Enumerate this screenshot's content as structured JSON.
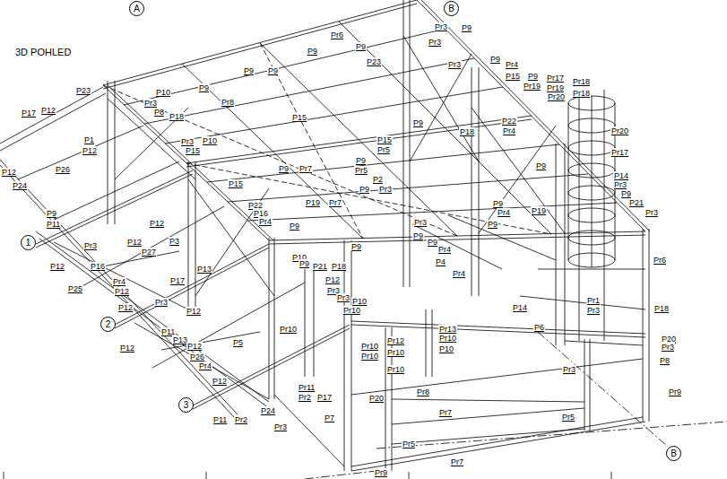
{
  "diagram": {
    "title": "3D POHLED",
    "nodes": [
      {
        "text": [
          "A"
        ]
      },
      {
        "text": [
          "B"
        ]
      },
      {
        "text": [
          "1"
        ]
      },
      {
        "text": [
          "2"
        ]
      },
      {
        "text": [
          "3"
        ]
      },
      {
        "text": [
          "B"
        ]
      }
    ],
    "labels": [
      "Pr6",
      "P9",
      "P9",
      "Pr3",
      "Pr3",
      "P9",
      "P23",
      "Pr3",
      "P9",
      "Pr4",
      "P15",
      "P9",
      "Pr19",
      "Pr17",
      "Pr19",
      "Pr18",
      "Pr20",
      "Pr18",
      "P9",
      "P9",
      "P23",
      "P10",
      "P9",
      "Pr3",
      "P8",
      "Pr8",
      "P18",
      "P17",
      "P12",
      "P15",
      "P9",
      "P18",
      "P22",
      "Pr4",
      "Pr20",
      "P1",
      "P12",
      "Pr3",
      "P10",
      "P15",
      "P15",
      "Pr5",
      "P9",
      "Pr7",
      "P9",
      "Pr5",
      "P2",
      "Pr3",
      "Pr17",
      "P9",
      "P14",
      "Pr3",
      "P9",
      "P21",
      "Pr3",
      "P12",
      "P26",
      "P24",
      "P15",
      "P9",
      "P19",
      "Pr7",
      "P9",
      "Pr4",
      "P19",
      "P22",
      "P16",
      "Pr4",
      "P9",
      "Pr3",
      "P12",
      "P9",
      "P11",
      "P9",
      "P9",
      "P9",
      "P9",
      "Pr4",
      "Pr3",
      "P12",
      "P27",
      "P3",
      "P12",
      "P16",
      "P4",
      "Pr6",
      "P10",
      "P9",
      "P21",
      "P18",
      "Pr4",
      "P17",
      "P13",
      "P25",
      "P12",
      "Pr4",
      "P12",
      "Pr3",
      "Pr3",
      "P10",
      "Pr10",
      "P12",
      "Pr3",
      "P12",
      "P14",
      "P6",
      "Pr1",
      "Pr3",
      "P18",
      "P11",
      "P13",
      "P5",
      "P12",
      "P26",
      "Pr4",
      "P12",
      "Pr10",
      "Pr10",
      "Pr12",
      "Pr10",
      "Pr10",
      "Pr10",
      "Pr13",
      "Pr10",
      "P10",
      "P20",
      "Pr3",
      "P8",
      "Pr3",
      "P12",
      "Pr11",
      "Pr2",
      "P17",
      "P20",
      "Pr8",
      "Pr9",
      "P11",
      "Pr2",
      "P24",
      "Pr3",
      "P7",
      "Pr7",
      "Pr5",
      "Pr5",
      "Pr7",
      "Pr9"
    ]
  }
}
